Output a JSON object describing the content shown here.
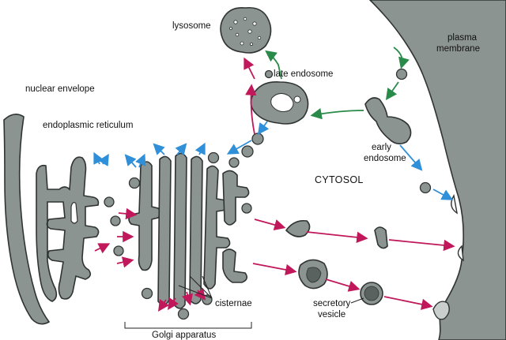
{
  "labels": {
    "lysosome": "lysosome",
    "late_endosome": "late endosome",
    "plasma_membrane_1": "plasma",
    "plasma_membrane_2": "membrane",
    "nuclear_envelope": "nuclear envelope",
    "endoplasmic_reticulum": "endoplasmic reticulum",
    "early_endosome_1": "early",
    "early_endosome_2": "endosome",
    "cytosol": "CYTOSOL",
    "cisternae": "cisternae",
    "secretory_vesicle_1": "secretory",
    "secretory_vesicle_2": "vesicle",
    "golgi_apparatus": "Golgi apparatus"
  },
  "colors": {
    "secretory_arrow": "#c0185a",
    "endocytic_arrow": "#2a8a4a",
    "retrograde_arrow": "#2f8fd8",
    "organelle_fill": "#8c9492",
    "outline": "#2f3433"
  }
}
